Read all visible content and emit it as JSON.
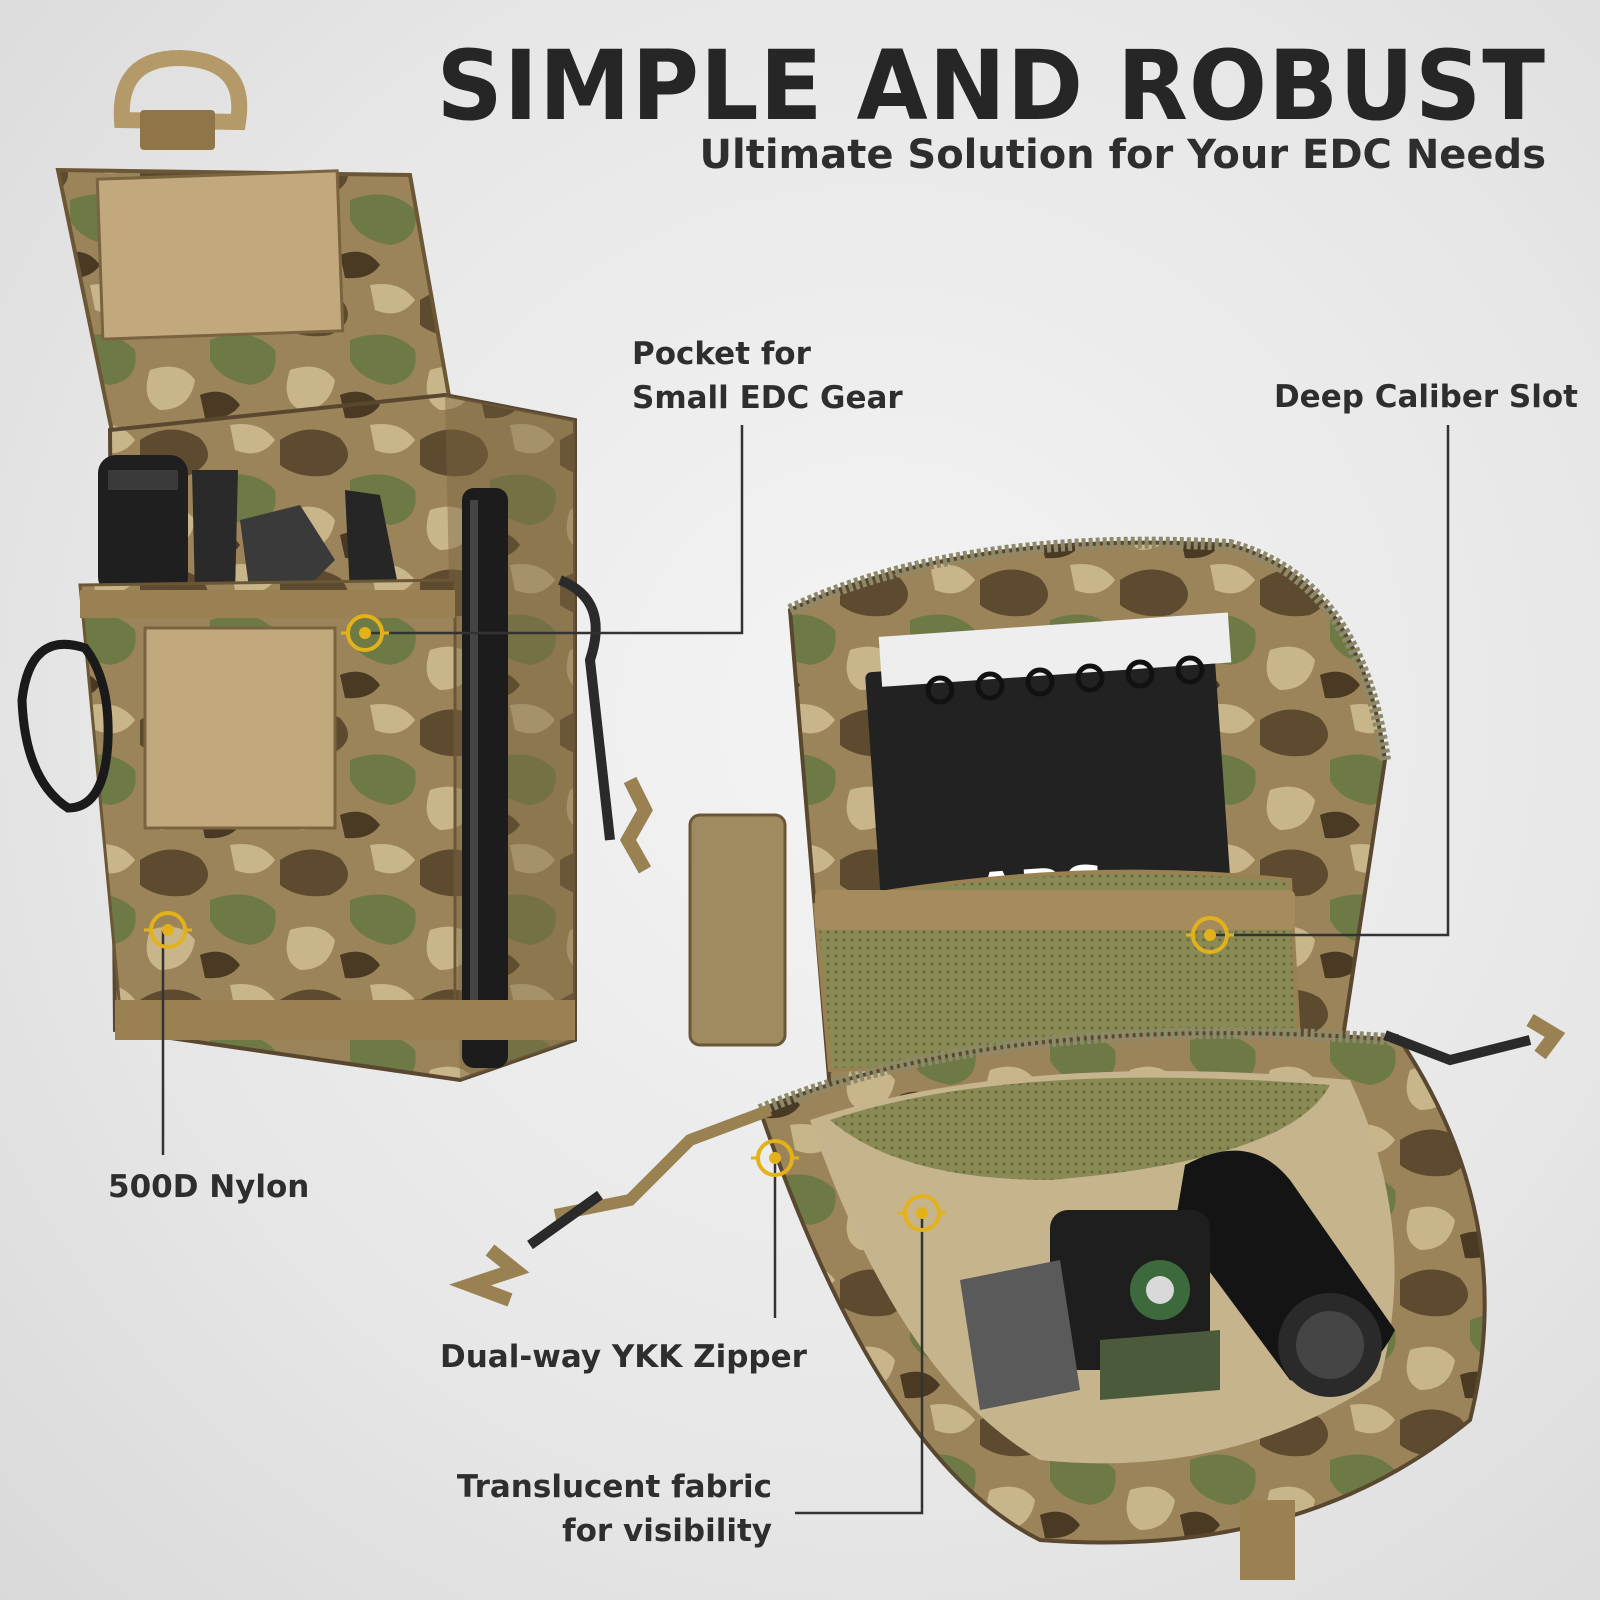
{
  "headline": {
    "title": "SIMPLE AND ROBUST",
    "subtitle": "Ultimate Solution for Your EDC Needs"
  },
  "callouts": {
    "pocket": {
      "line1": "Pocket for",
      "line2": "Small EDC Gear"
    },
    "caliber": {
      "text": "Deep Caliber Slot"
    },
    "nylon": {
      "text": "500D Nylon"
    },
    "zipper": {
      "text": "Dual-way YKK Zipper"
    },
    "fabric": {
      "line1": "Translucent fabric",
      "line2": "for visibility"
    }
  },
  "notebook_label": "ABS",
  "colors": {
    "marker": "#e3b21b",
    "leader": "#333333",
    "coyote": "#9a8152",
    "camo_dark": "#5e4a2e",
    "camo_green": "#6d7a45",
    "camo_tan": "#b8a277",
    "mesh": "#8a8a55"
  },
  "icons": [
    "target-marker-icon",
    "carabiner-icon",
    "d-ring-icon",
    "flashlight-icon",
    "pen-icon",
    "notebook-icon",
    "compass-icon"
  ]
}
